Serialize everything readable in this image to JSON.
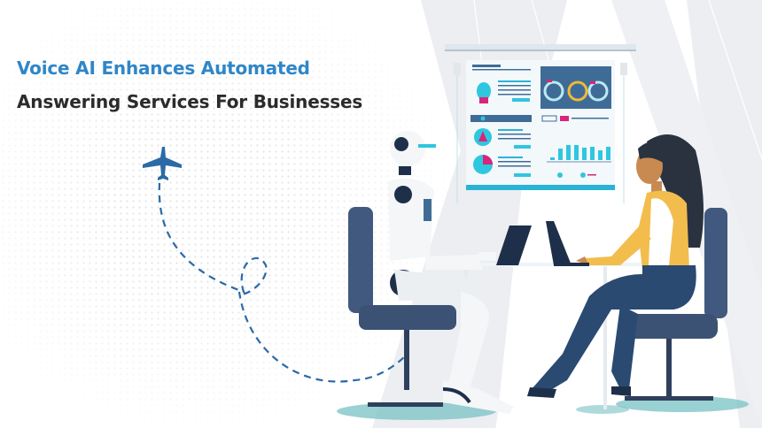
{
  "banner": {
    "headline_line1": "Voice AI Enhances Automated",
    "headline_line2": "Answering Services For Businesses"
  },
  "illustration": {
    "elements": [
      "airplane-icon",
      "dashed-flight-path",
      "robot-at-laptop",
      "woman-at-laptop",
      "presentation-screen-dashboard",
      "office-chairs",
      "desk"
    ],
    "dashboard": {
      "bar_chart_bars": 8,
      "donut_charts": 3
    }
  },
  "colors": {
    "headline_accent": "#2f86c8",
    "headline_text": "#2b2b2b",
    "chair": "#41597e",
    "screen_panel": "#3f6c96",
    "dashboard_cyan": "#2fc6df",
    "dashboard_magenta": "#d8257c",
    "donut_yellow": "#f0b93a",
    "woman_top": "#f3bd4d",
    "woman_pants": "#2a4a72",
    "floor_shadow": "#78c1c4",
    "stripe_gray": "#eceef1"
  }
}
